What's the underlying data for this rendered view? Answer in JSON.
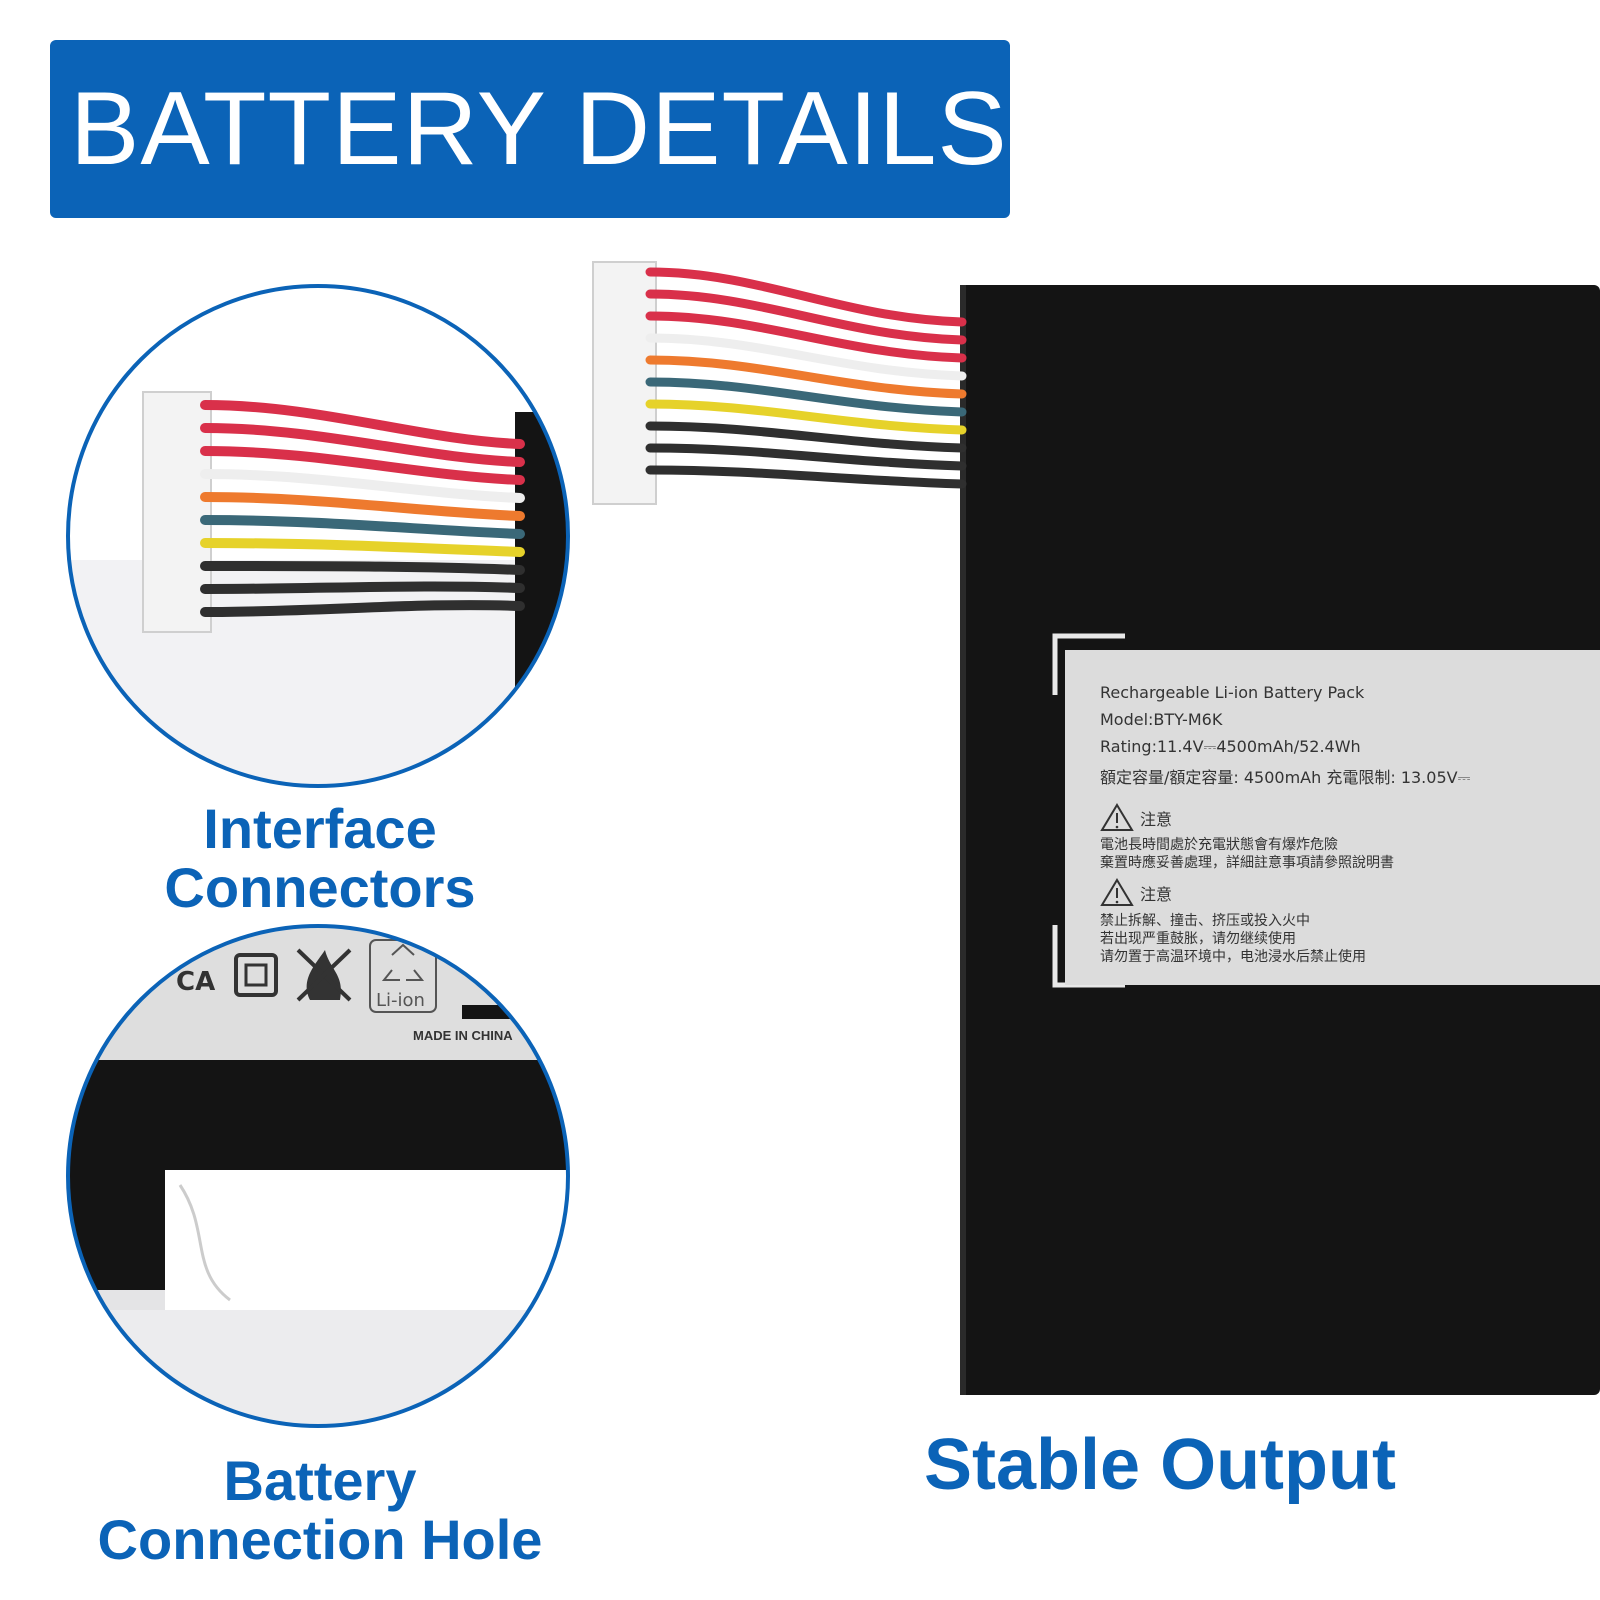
{
  "header": {
    "title": "BATTERY DETAILS"
  },
  "colors": {
    "brand_blue": "#0b63b7",
    "battery_black": "#141414",
    "label_gray": "#dcdcdc"
  },
  "captions": {
    "interface_line1": "Interface",
    "interface_line2": "Connectors",
    "hole_line1": "Battery",
    "hole_line2": "Connection Hole",
    "output": "Stable Output"
  },
  "label": {
    "line1": "Rechargeable Li-ion Battery Pack",
    "line2": "Model:BTY-M6K",
    "line3": "Rating:11.4V⎓4500mAh/52.4Wh",
    "line4": "額定容量/額定容量: 4500mAh   充電限制: 13.05V⎓",
    "warn1_title": "注意",
    "warn1_l1": "電池長時間處於充電狀態會有爆炸危險",
    "warn1_l2": "棄置時應妥善處理，詳細註意事項請參照說明書",
    "warn2_title": "注意",
    "warn2_l1": "禁止拆解、撞击、挤压或投入火中",
    "warn2_l2": "若出现严重鼓胀，请勿继续使用",
    "warn2_l3": "请勿置于高温环境中，电池浸水后禁止使用"
  },
  "zoom_label": {
    "made_in": "MADE IN CHINA",
    "recycle_text": "Li-ion",
    "mark_ca": "CA"
  },
  "icons": [
    "warning-triangle-icon",
    "recycle-icon",
    "fire-prohibited-icon",
    "ukca-mark-icon"
  ]
}
